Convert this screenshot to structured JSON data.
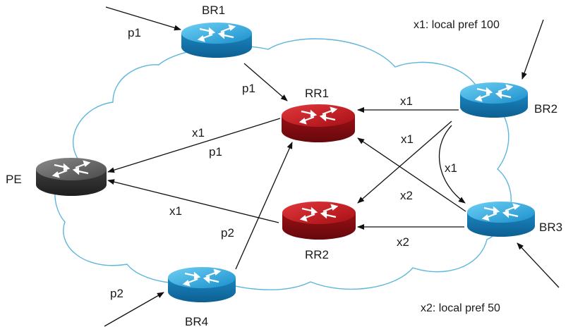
{
  "nodes": {
    "br1": {
      "label": "BR1"
    },
    "br2": {
      "label": "BR2"
    },
    "br3": {
      "label": "BR3"
    },
    "br4": {
      "label": "BR4"
    },
    "rr1": {
      "label": "RR1"
    },
    "rr2": {
      "label": "RR2"
    },
    "pe": {
      "label": "PE"
    }
  },
  "annotations": {
    "x1_pref": "x1: local pref 100",
    "x2_pref": "x2: local pref 50"
  },
  "edge_labels": {
    "p1_in": "p1",
    "p1_br1_rr1": "p1",
    "p2_in": "p2",
    "p2_br4_rr1": "p2",
    "x1_rr1_pe": "x1",
    "p1_rr1_pe": "p1",
    "x1_rr2_pe": "x1",
    "x1_br2_rr1": "x1",
    "x1_br2_rr2": "x1",
    "x1_br2_br3": "x1",
    "x2_br3_rr1": "x2",
    "x2_br3_rr2": "x2"
  },
  "colors": {
    "blue_router": "#1f9ed8",
    "red_router": "#a8151a",
    "gray_router": "#4a4a4a",
    "cloud_outline": "#5db6dc",
    "arrow": "#111111"
  }
}
